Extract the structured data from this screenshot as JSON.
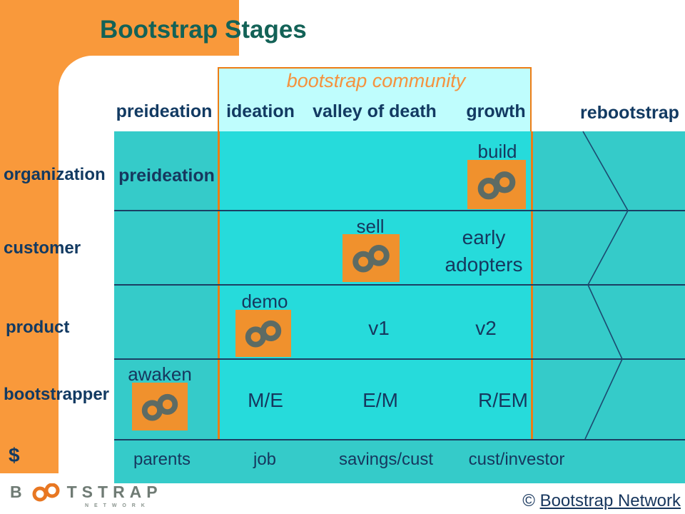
{
  "title": "Bootstrap Stages",
  "community_label": "bootstrap community",
  "columns": [
    "preideation",
    "ideation",
    "valley of death",
    "growth",
    "rebootstrap"
  ],
  "row_labels": [
    "organization",
    "customer",
    "product",
    "bootstrapper",
    "$"
  ],
  "cells": {
    "org_preideation": "preideation",
    "build": "build",
    "sell": "sell",
    "early_adopters": "early adopters",
    "demo": "demo",
    "v1": "v1",
    "v2": "v2",
    "awaken": "awaken",
    "me": "M/E",
    "em": "E/M",
    "rem": "R/EM"
  },
  "funding": [
    "parents",
    "job",
    "savings/cust",
    "cust/investor"
  ],
  "footer": {
    "copyright_symbol": "©",
    "link_text": "Bootstrap Network"
  },
  "logo": {
    "b": "B",
    "tstrap": "TSTRAP",
    "network": "N E T W O R K"
  },
  "icons": {
    "stage_marker": "bootstrap-infinity-icon",
    "logo_mark": "logo-infinity-icon"
  },
  "colors": {
    "accent_orange": "#F9993B",
    "table_teal": "#35CBC9",
    "community_cyan": "#26DBDB",
    "community_header_bg": "#BFFDFD",
    "border_orange": "#ED7D14",
    "navy_text": "#16375E",
    "title_teal": "#136257",
    "icon_orange": "#F0912D",
    "icon_glyph_grey": "#5D6B64",
    "logo_grey": "#6F7B74",
    "grid_line_navy": "#1B3F63"
  }
}
